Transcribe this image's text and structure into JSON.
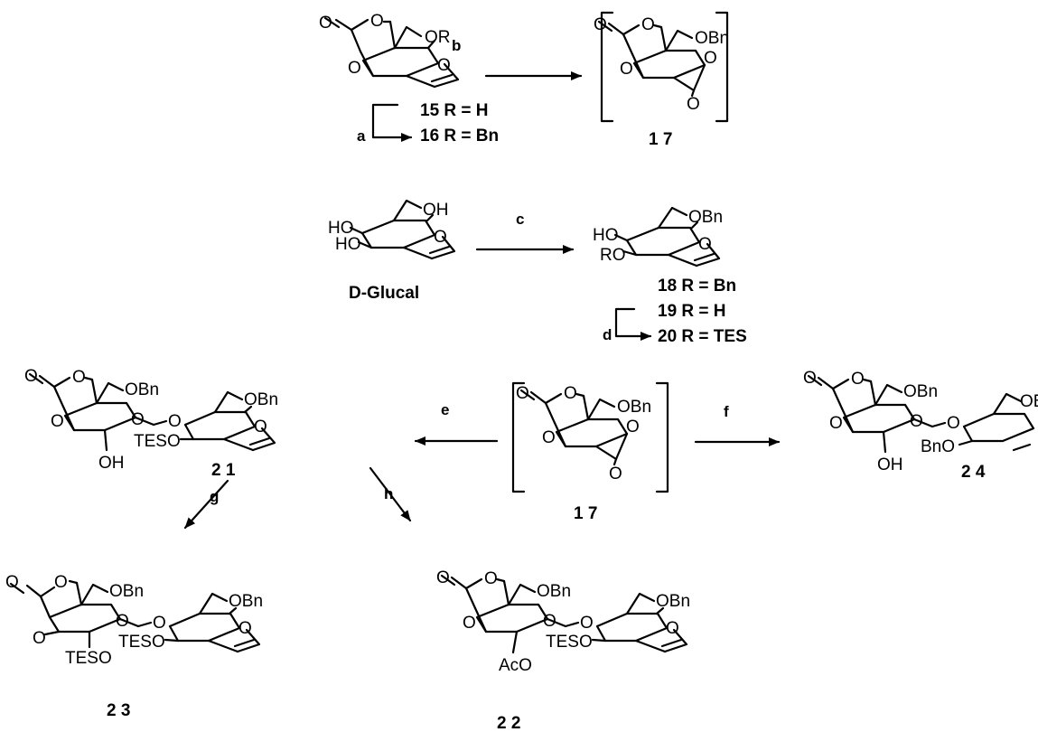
{
  "atoms": {
    "O": "O",
    "OR": "OR",
    "OBn": "OBn",
    "OH": "OH",
    "HO": "HO",
    "RO": "RO",
    "TESO": "TESO",
    "BnO": "BnO",
    "AcO": "AcO"
  },
  "reagents": {
    "a": "a",
    "b": "b",
    "c": "c",
    "d": "d",
    "e": "e",
    "f": "f",
    "g": "g",
    "h": "h"
  },
  "compounds": {
    "c15": "15  R  =  H",
    "c16": "16  R  =  Bn",
    "c17_top": "1 7",
    "glucal": "D-Glucal",
    "c18": "18  R  =  Bn",
    "c19": "19  R  =  H",
    "c20": "20  R  =  TES",
    "c21": "2 1",
    "c17_mid": "1 7",
    "c24": "2 4",
    "c23": "2 3",
    "c22": "2 2"
  }
}
